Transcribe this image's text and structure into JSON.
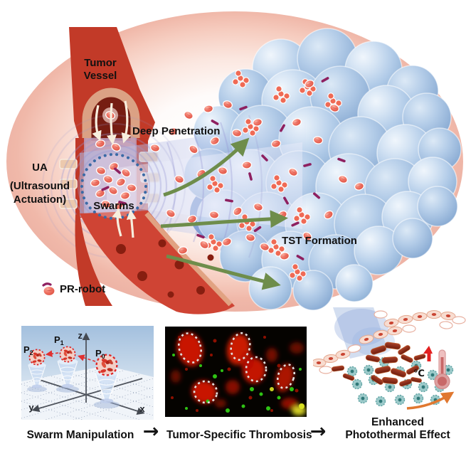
{
  "figure": {
    "top": {
      "tumor_vessel_line1": "Tumor",
      "tumor_vessel_line2": "Vessel",
      "deep_penetration": "Deep Penetration",
      "ua_abbr": "UA",
      "ua_paren_line1": "(Ultrasound",
      "ua_paren_line2": "Actuation)",
      "swarms": "Swarms",
      "tst_formation": "TST Formation",
      "legend_label": "PR-robot"
    },
    "bottom": {
      "swarm_panel": {
        "caption": "Swarm Manipulation",
        "axis_x": "x",
        "axis_y": "y",
        "axis_z": "z",
        "p0_base": "P",
        "p0_sub": "0",
        "p1_base": "P",
        "p1_sub": "1",
        "p2_base": "P",
        "p2_sub": "2"
      },
      "thrombosis_panel": {
        "caption": "Tumor-Specific Thrombosis"
      },
      "photothermal_panel": {
        "caption_line1": "Enhanced",
        "caption_line2": "Photothermal Effect",
        "temperature_unit": "℃"
      },
      "flow_arrow_glyph": "→"
    },
    "colors": {
      "rim_pink": "#edb3a5",
      "vessel_red": "#c23a28",
      "vessel_wall_tan": "#dba184",
      "vessel_lumen_dark": "#761d12",
      "tumor_sphere_blue": "#a9c6e4",
      "tumor_gap_blue": "#6089c8",
      "pr_robot_red": "#f2796a",
      "rod_purple": "#8e2060",
      "penetration_arrow_green": "#6e8d4b",
      "ua_beam_lavender": "#b2bae2",
      "swarm_ring_blue": "#3a6aa6",
      "panel_sky_blue": "#a3c0de",
      "thrombus_red": "#e01800",
      "fluorescence_green": "#2fc214",
      "thermometer_pink": "#dca0a0",
      "heat_arrow_orange": "#e07830",
      "temp_arrow_red": "#e32020",
      "caption_text": "#111111"
    }
  }
}
